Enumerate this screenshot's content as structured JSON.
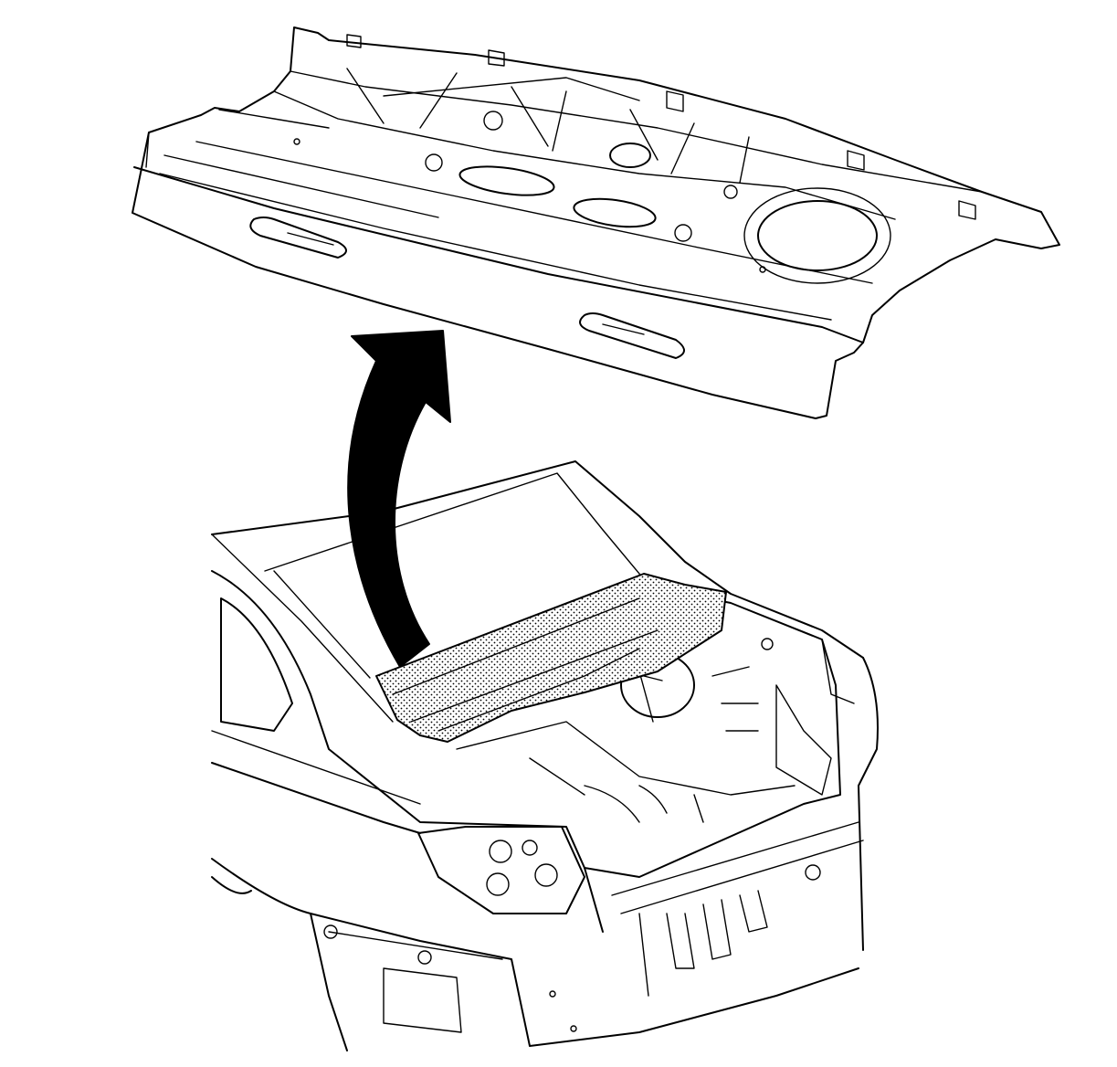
{
  "illustration": {
    "kind": "exploded-view line drawing",
    "colors": {
      "line": "#000000",
      "background": "#ffffff",
      "arrow": "#000000"
    },
    "parts": [
      {
        "id": "rear-shelf-panel",
        "state": "removed"
      },
      {
        "id": "vehicle-rear-body",
        "state": "installed-location-shaded"
      }
    ],
    "arrow": {
      "direction": "up",
      "meaning": "removal"
    }
  }
}
